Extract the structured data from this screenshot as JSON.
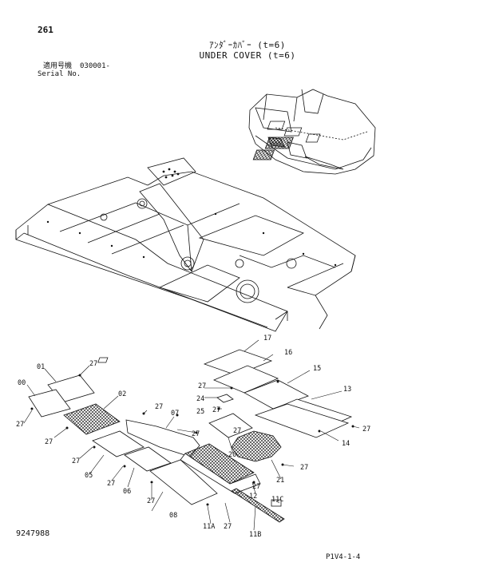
{
  "header": {
    "page_number": "261",
    "title_jp": "ｱﾝﾀﾞｰｶﾊﾞｰ (t=6)",
    "title_en": "UNDER COVER (t=6)",
    "serial_label_jp": "適用号機",
    "serial_label_en": "Serial No.",
    "serial_value": "030001-"
  },
  "footer": {
    "drawing_number": "9247988",
    "sheet_code": "P1V4-1-4"
  },
  "callouts": {
    "c00": "00",
    "c01": "01",
    "c02": "02",
    "c05": "05",
    "c06": "06",
    "c07": "07",
    "c08": "08",
    "c11A": "11A",
    "c11B": "11B",
    "c11C": "11C",
    "c12": "12",
    "c13": "13",
    "c14": "14",
    "c15": "15",
    "c16": "16",
    "c17": "17",
    "c20": "20",
    "c21": "21",
    "c24": "24",
    "c25": "25",
    "c27": "27"
  }
}
